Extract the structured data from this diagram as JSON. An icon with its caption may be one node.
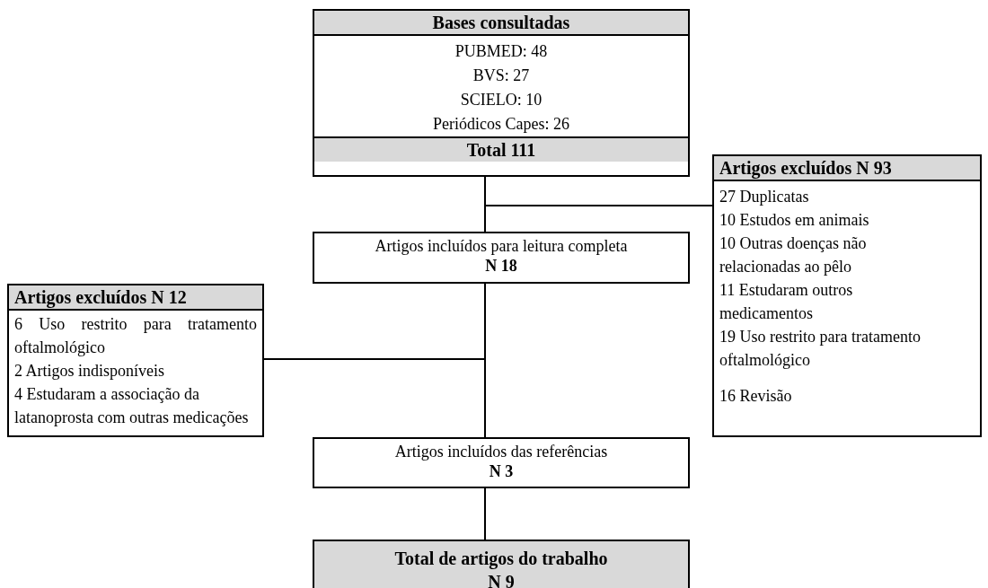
{
  "diagram": {
    "nodes": [
      {
        "text": [
          "Bases consultadas",
          "PUBMED: 48",
          "BVS: 27",
          "SCIELO: 10",
          "Periódicos Capes: 26",
          "Total 111"
        ]
      },
      {
        "text": [
          "Artigos excluídos N 93",
          "27 Duplicatas",
          "10 Estudos em animais",
          "10 Outras doenças não relacionadas ao pêlo",
          "11 Estudaram outros medicamentos",
          "19 Uso restrito para tratamento oftalmológico",
          "16 Revisão"
        ]
      },
      {
        "text": [
          "Artigos incluídos para leitura completa",
          "N 18"
        ]
      },
      {
        "text": [
          "Artigos excluídos N 12",
          "6 Uso restrito para tratamento oftalmológico",
          "2 Artigos indisponíveis",
          "4 Estudaram a associação da latanoprosta com outras medicações"
        ]
      },
      {
        "text": [
          "Artigos incluídos das referências",
          "N 3"
        ]
      },
      {
        "text": [
          "Total de artigos do trabalho",
          "N 9"
        ]
      }
    ],
    "edges": [
      {
        "from": 0,
        "to": 2,
        "arrow": "none"
      },
      {
        "from": 0,
        "to": 1,
        "arrow": "none"
      },
      {
        "from": 2,
        "to": 3,
        "arrow": "none"
      },
      {
        "from": 2,
        "to": 4,
        "arrow": "none"
      },
      {
        "from": 4,
        "to": 5,
        "arrow": "none"
      }
    ]
  }
}
